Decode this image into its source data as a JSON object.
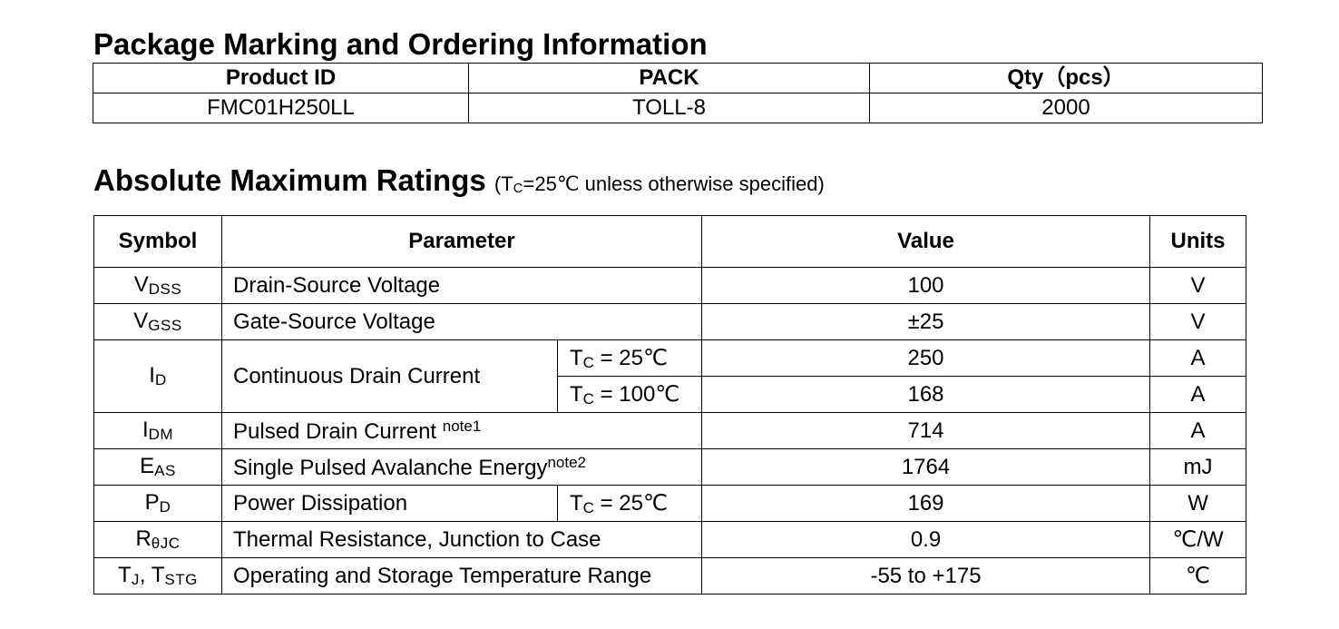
{
  "section1": {
    "title": "Package Marking and Ordering Information",
    "headers": [
      "Product ID",
      "PACK",
      "Qty（pcs）"
    ],
    "row": [
      "FMC01H250LL",
      "TOLL-8",
      "2000"
    ]
  },
  "section2": {
    "title": "Absolute Maximum Ratings",
    "condition_pre": "(T",
    "condition_sub": "C",
    "condition_post": "=25℃ unless otherwise specified)",
    "headers": [
      "Symbol",
      "Parameter",
      "Value",
      "Units"
    ],
    "rows": [
      {
        "sym": "V",
        "sym_sub": "DSS",
        "param": "Drain-Source Voltage",
        "value": "100",
        "unit": "V"
      },
      {
        "sym": "V",
        "sym_sub": "GSS",
        "param": "Gate-Source Voltage",
        "value": "±25",
        "unit": "V"
      },
      {
        "sym": "I",
        "sym_sub": "D",
        "param": "Continuous Drain Current",
        "cond1_pre": "T",
        "cond1_sub": "C",
        "cond1_post": " = 25℃",
        "value1": "250",
        "unit1": "A",
        "cond2_pre": "T",
        "cond2_sub": "C",
        "cond2_post": " = 100℃",
        "value2": "168",
        "unit2": "A"
      },
      {
        "sym": "I",
        "sym_sub": "DM",
        "param": "Pulsed Drain Current ",
        "note": "note1",
        "value": "714",
        "unit": "A"
      },
      {
        "sym": "E",
        "sym_sub": "AS",
        "param": "Single Pulsed Avalanche Energy",
        "note": "note2",
        "value": "1764",
        "unit": "mJ"
      },
      {
        "sym": "P",
        "sym_sub": "D",
        "param": "Power Dissipation",
        "cond_pre": "T",
        "cond_sub": "C",
        "cond_post": " = 25℃",
        "value": "169",
        "unit": "W"
      },
      {
        "sym": "R",
        "sym_sub": "θJC",
        "param": "Thermal Resistance, Junction to Case",
        "value": "0.9",
        "unit": "℃/W"
      },
      {
        "sym": "T",
        "sym_sub": "J",
        "sym_mid": ", T",
        "sym_sub2": "STG",
        "param": "Operating and Storage Temperature Range",
        "value": "-55 to +175",
        "unit": "℃"
      }
    ]
  }
}
